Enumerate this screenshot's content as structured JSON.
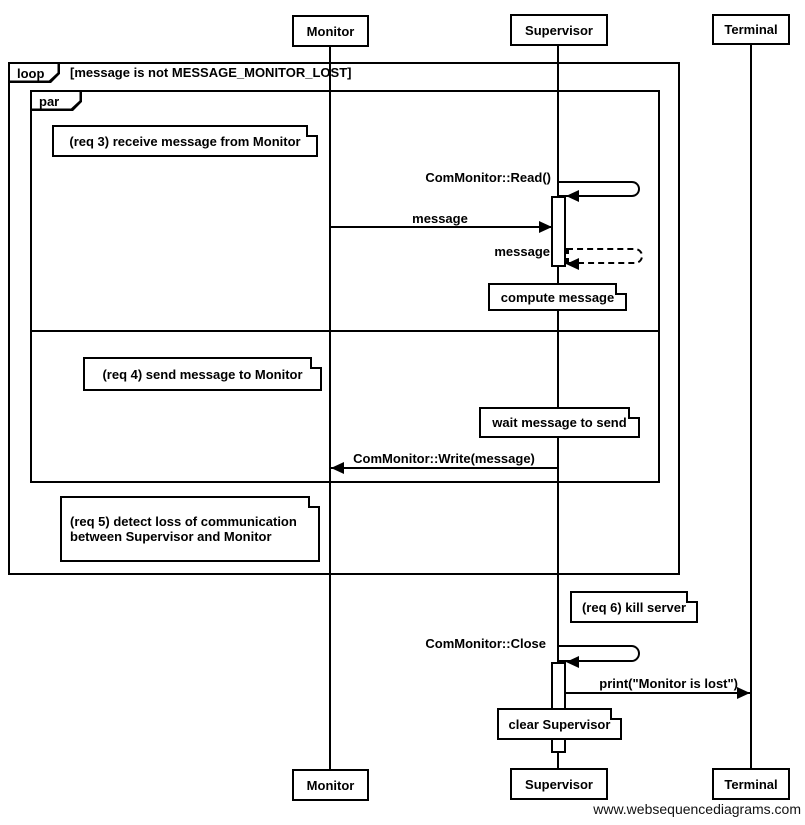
{
  "diagram_type": "uml-sequence-diagram",
  "participants": {
    "monitor": "Monitor",
    "supervisor": "Supervisor",
    "terminal": "Terminal"
  },
  "fragments": {
    "loop": {
      "label": "loop",
      "guard": "[message is not MESSAGE_MONITOR_LOST]"
    },
    "par": {
      "label": "par"
    }
  },
  "notes": {
    "req3": "(req 3) receive message from Monitor",
    "compute": "compute message",
    "req4": "(req 4) send message to Monitor",
    "wait": "wait message to send",
    "req5": "(req 5) detect loss of communication between Supervisor and Monitor",
    "req6": "(req 6) kill server",
    "clear": "clear Supervisor"
  },
  "messages": {
    "read_self": "ComMonitor::Read()",
    "message_in": "message",
    "message_return": "message",
    "write": "ComMonitor::Write(message)",
    "close_self": "ComMonitor::Close",
    "print": "print(\"Monitor is lost\")"
  },
  "colors": {
    "line": "#000000",
    "background": "#ffffff"
  },
  "watermark": "www.websequencediagrams.com"
}
